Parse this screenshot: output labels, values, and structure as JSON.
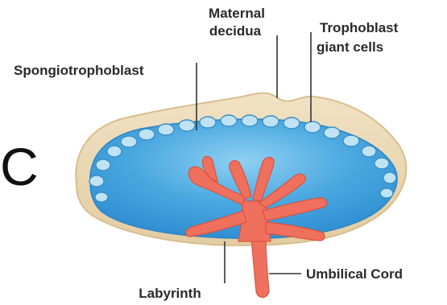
{
  "diagram": {
    "partial_letter": "C",
    "labels": {
      "maternal_decidua_line1": "Maternal",
      "maternal_decidua_line2": "decidua",
      "trophoblast_line1": "Trophoblast",
      "trophoblast_line2": "giant cells",
      "spongiotrophoblast": "Spongiotrophoblast",
      "umbilical_cord": "Umbilical Cord",
      "labyrinth": "Labyrinth"
    },
    "colors": {
      "decidua": "#ead7b4",
      "labyrinth_blue": "#4aa8e0",
      "labyrinth_deep": "#2f8fd2",
      "vessels": "#f0705e",
      "cells": "#bfe3f5"
    }
  }
}
